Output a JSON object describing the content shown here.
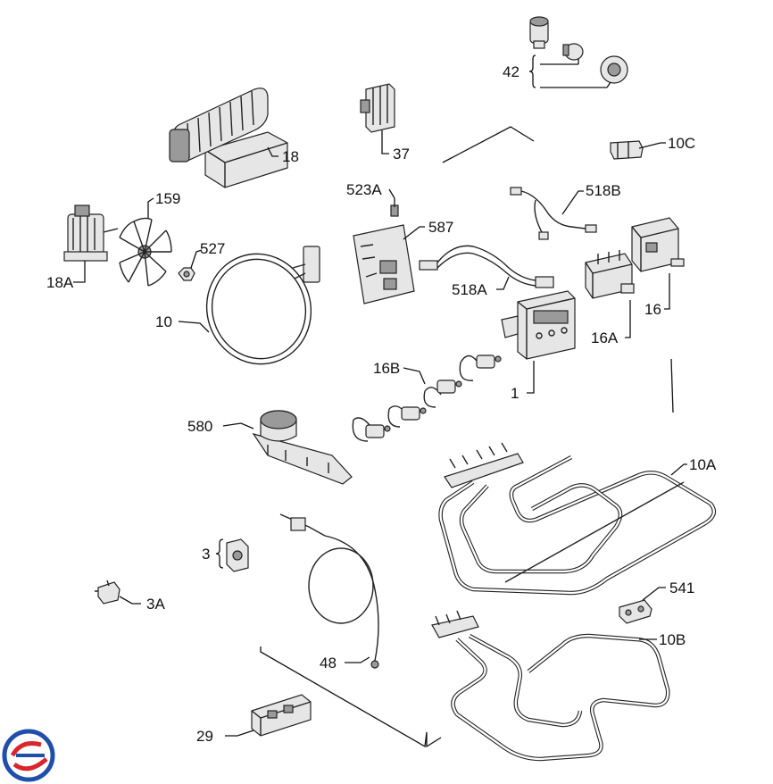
{
  "diagram": {
    "labels": {
      "p42": "42",
      "p18": "18",
      "p37": "37",
      "p10c": "10C",
      "p159": "159",
      "p523a": "523A",
      "p518b": "518B",
      "p587": "587",
      "p527": "527",
      "p18a": "18A",
      "p10": "10",
      "p518a": "518A",
      "p16": "16",
      "p16a": "16A",
      "p16b": "16B",
      "p1": "1",
      "p580": "580",
      "p10a": "10A",
      "p3": "3",
      "p3a": "3A",
      "p541": "541",
      "p10b": "10B",
      "p48": "48",
      "p29": "29"
    }
  },
  "logo": {
    "colors": [
      "#1f4fa8",
      "#d9262e"
    ]
  }
}
